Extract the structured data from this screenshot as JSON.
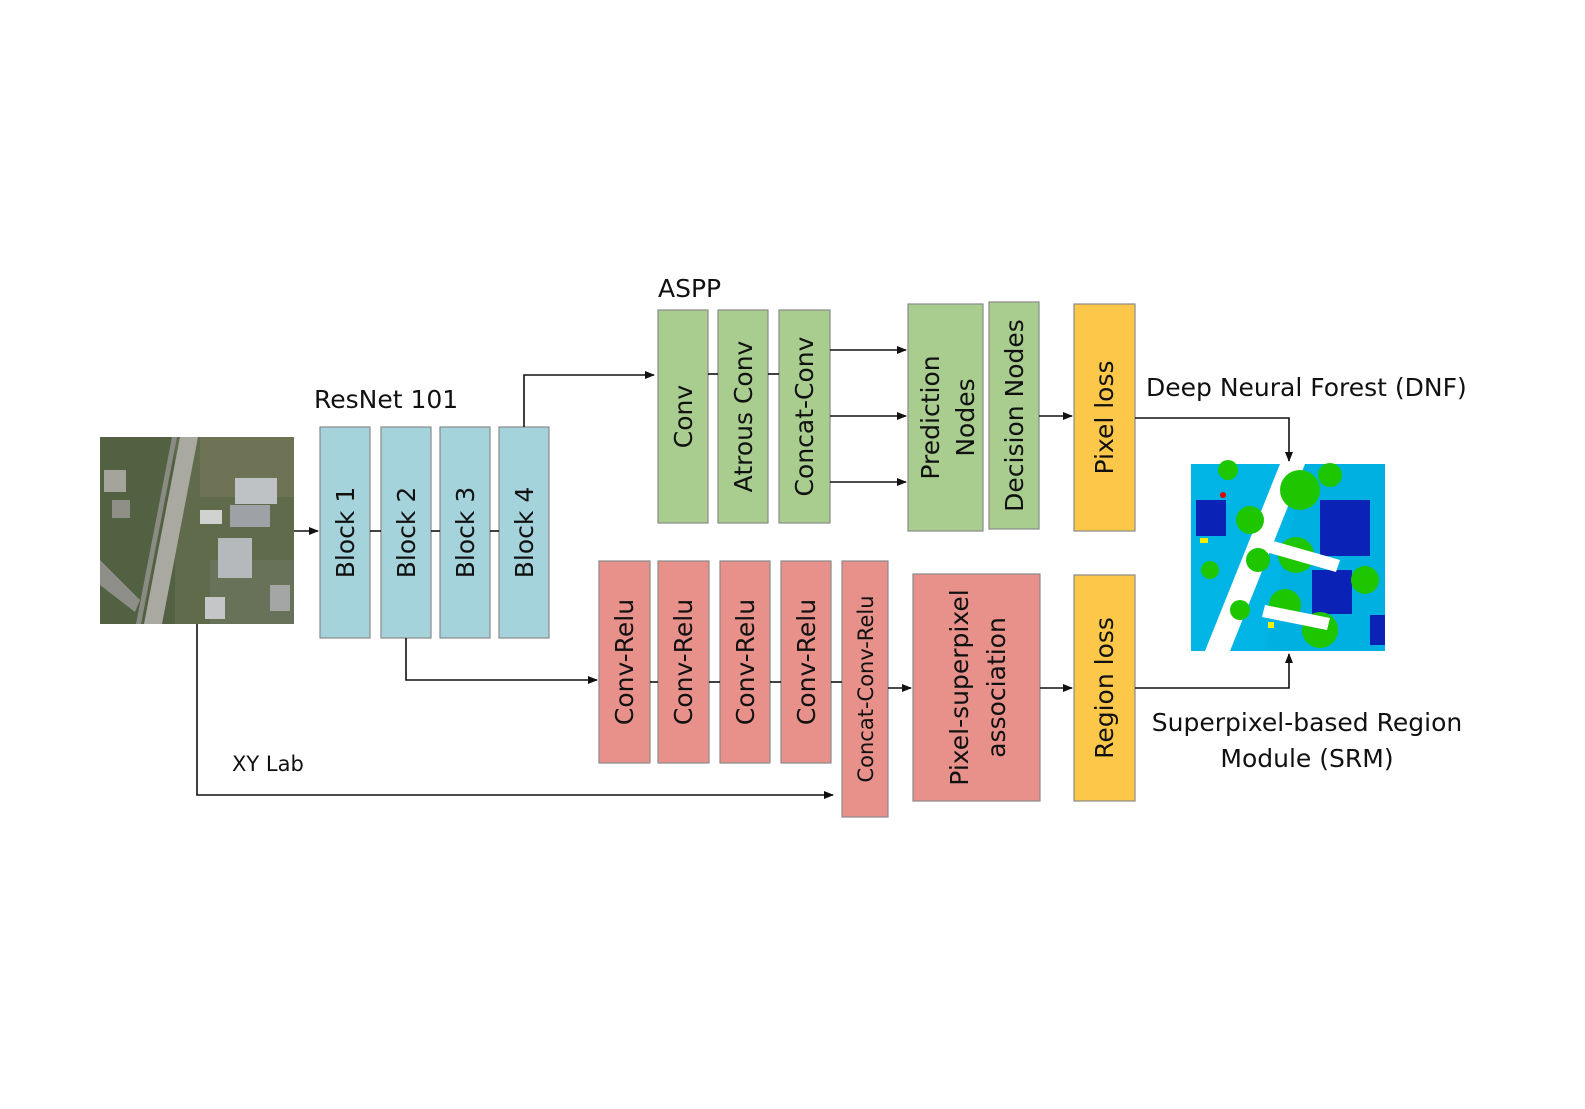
{
  "sections": {
    "resnet": "ResNet 101",
    "aspp": "ASPP",
    "dnf": "Deep Neural Forest (DNF)",
    "srm_line1": "Superpixel-based Region",
    "srm_line2": "Module (SRM)",
    "xylab": "XY Lab"
  },
  "resnet_blocks": [
    "Block 1",
    "Block 2",
    "Block 3",
    "Block 4"
  ],
  "aspp_blocks": [
    "Conv",
    "Atrous Conv",
    "Concat-Conv"
  ],
  "dnf_blocks": {
    "prediction_line1": "Prediction",
    "prediction_line2": "Nodes",
    "decision": "Decision Nodes"
  },
  "srm_blocks": [
    "Conv-Relu",
    "Conv-Relu",
    "Conv-Relu",
    "Conv-Relu"
  ],
  "concat_relu": "Concat-Conv-Relu",
  "association": {
    "line1": "Pixel-superpixel",
    "line2": "association"
  },
  "losses": {
    "pixel": "Pixel loss",
    "region": "Region loss"
  },
  "colors": {
    "resnet_block": "#a5d3dc",
    "aspp_block": "#a8cd8f",
    "srm_block": "#e8918b",
    "loss_block": "#fdc84a"
  }
}
